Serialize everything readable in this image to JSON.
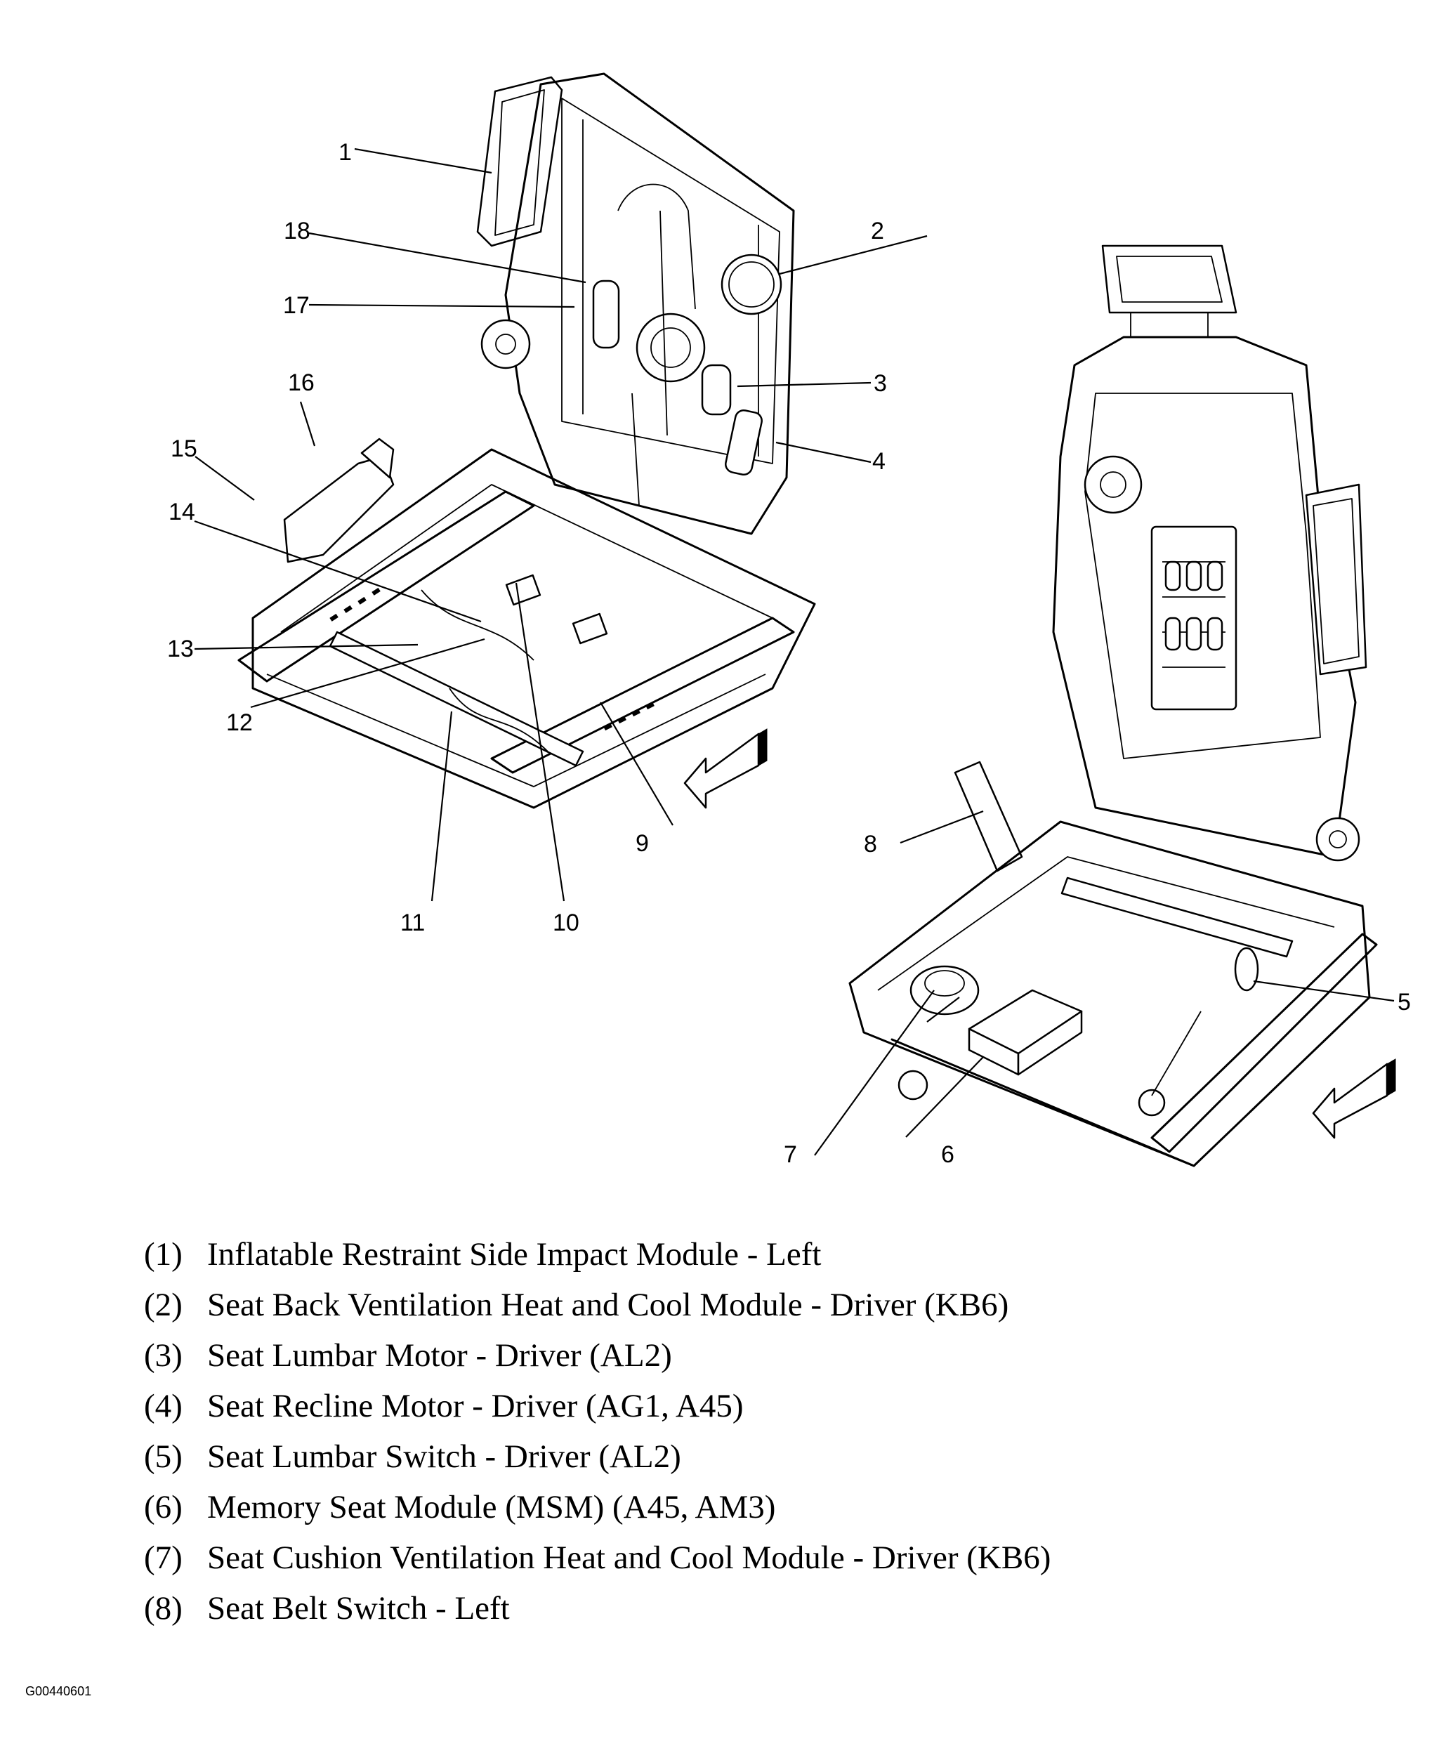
{
  "figure": {
    "id": "G00440601",
    "views": [
      "left-seat-frame-rear-view",
      "right-seat-frame-front-view"
    ]
  },
  "callouts": [
    {
      "num": "1",
      "label": "Inflatable Restraint Side Impact Module - Left"
    },
    {
      "num": "2",
      "label": "Seat Back Ventilation Heat and Cool Module - Driver (KB6)"
    },
    {
      "num": "3",
      "label": "Seat Lumbar Motor - Driver (AL2)"
    },
    {
      "num": "4",
      "label": "Seat Recline Motor - Driver (AG1, A45)"
    },
    {
      "num": "5",
      "label": "Seat Lumbar Switch - Driver (AL2)"
    },
    {
      "num": "6",
      "label": "Memory Seat Module (MSM) (A45, AM3)"
    },
    {
      "num": "7",
      "label": "Seat Cushion Ventilation Heat and Cool Module - Driver (KB6)"
    },
    {
      "num": "8",
      "label": "Seat Belt Switch - Left"
    },
    {
      "num": "9",
      "label": ""
    },
    {
      "num": "10",
      "label": ""
    },
    {
      "num": "11",
      "label": ""
    },
    {
      "num": "12",
      "label": ""
    },
    {
      "num": "13",
      "label": ""
    },
    {
      "num": "14",
      "label": ""
    },
    {
      "num": "15",
      "label": ""
    },
    {
      "num": "16",
      "label": ""
    },
    {
      "num": "17",
      "label": ""
    },
    {
      "num": "18",
      "label": ""
    }
  ],
  "legend": [
    {
      "num": "(1)",
      "text": "Inflatable Restraint Side Impact Module - Left"
    },
    {
      "num": "(2)",
      "text": "Seat Back Ventilation Heat and Cool Module - Driver (KB6)"
    },
    {
      "num": "(3)",
      "text": "Seat Lumbar Motor - Driver (AL2)"
    },
    {
      "num": "(4)",
      "text": "Seat Recline Motor - Driver (AG1, A45)"
    },
    {
      "num": "(5)",
      "text": "Seat Lumbar Switch - Driver (AL2)"
    },
    {
      "num": "(6)",
      "text": "Memory Seat Module (MSM) (A45, AM3)"
    },
    {
      "num": "(7)",
      "text": "Seat Cushion Ventilation Heat and Cool Module - Driver (KB6)"
    },
    {
      "num": "(8)",
      "text": "Seat Belt Switch - Left"
    }
  ],
  "direction_arrows": [
    {
      "view": "left",
      "meaning": "vehicle-front-direction"
    },
    {
      "view": "right",
      "meaning": "vehicle-front-direction"
    }
  ]
}
